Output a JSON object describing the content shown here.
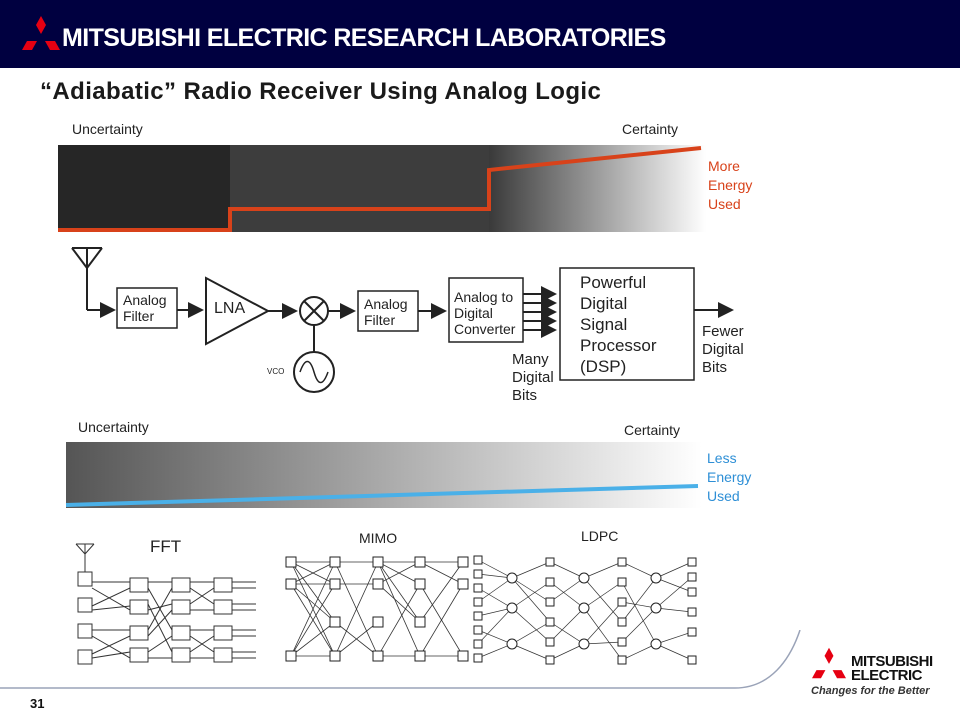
{
  "header": {
    "title": "MITSUBISHI ELECTRIC RESEARCH LABORATORIES"
  },
  "slide": {
    "title": "“Adiabatic” Radio Receiver Using Analog Logic",
    "page": "31"
  },
  "top_gradient": {
    "left_label": "Uncertainty",
    "right_label": "Certainty",
    "energy_label": [
      "More",
      "Energy",
      "Used"
    ],
    "line_color": "#d8421a"
  },
  "signal_chain": {
    "analog_filter_1": [
      "Analog",
      "Filter"
    ],
    "lna": "LNA",
    "vco": "VCO",
    "analog_filter_2": [
      "Analog",
      "Filter"
    ],
    "adc": [
      "Analog to",
      "Digital",
      "Converter"
    ],
    "dsp": [
      "Powerful",
      "Digital",
      "Signal",
      "Processor",
      "(DSP)"
    ],
    "many_bits": [
      "Many",
      "Digital",
      "Bits"
    ],
    "fewer_bits": [
      "Fewer",
      "Digital",
      "Bits"
    ]
  },
  "bottom_gradient": {
    "left_label": "Uncertainty",
    "right_label": "Certainty",
    "energy_label": [
      "Less",
      "Energy",
      "Used"
    ],
    "line_color": "#4ab0e8"
  },
  "networks": {
    "fft": "FFT",
    "mimo": "MIMO",
    "ldpc": "LDPC"
  },
  "footer": {
    "brand_line1": "MITSUBISHI",
    "brand_line2": "ELECTRIC",
    "tagline": "Changes for the Better"
  }
}
